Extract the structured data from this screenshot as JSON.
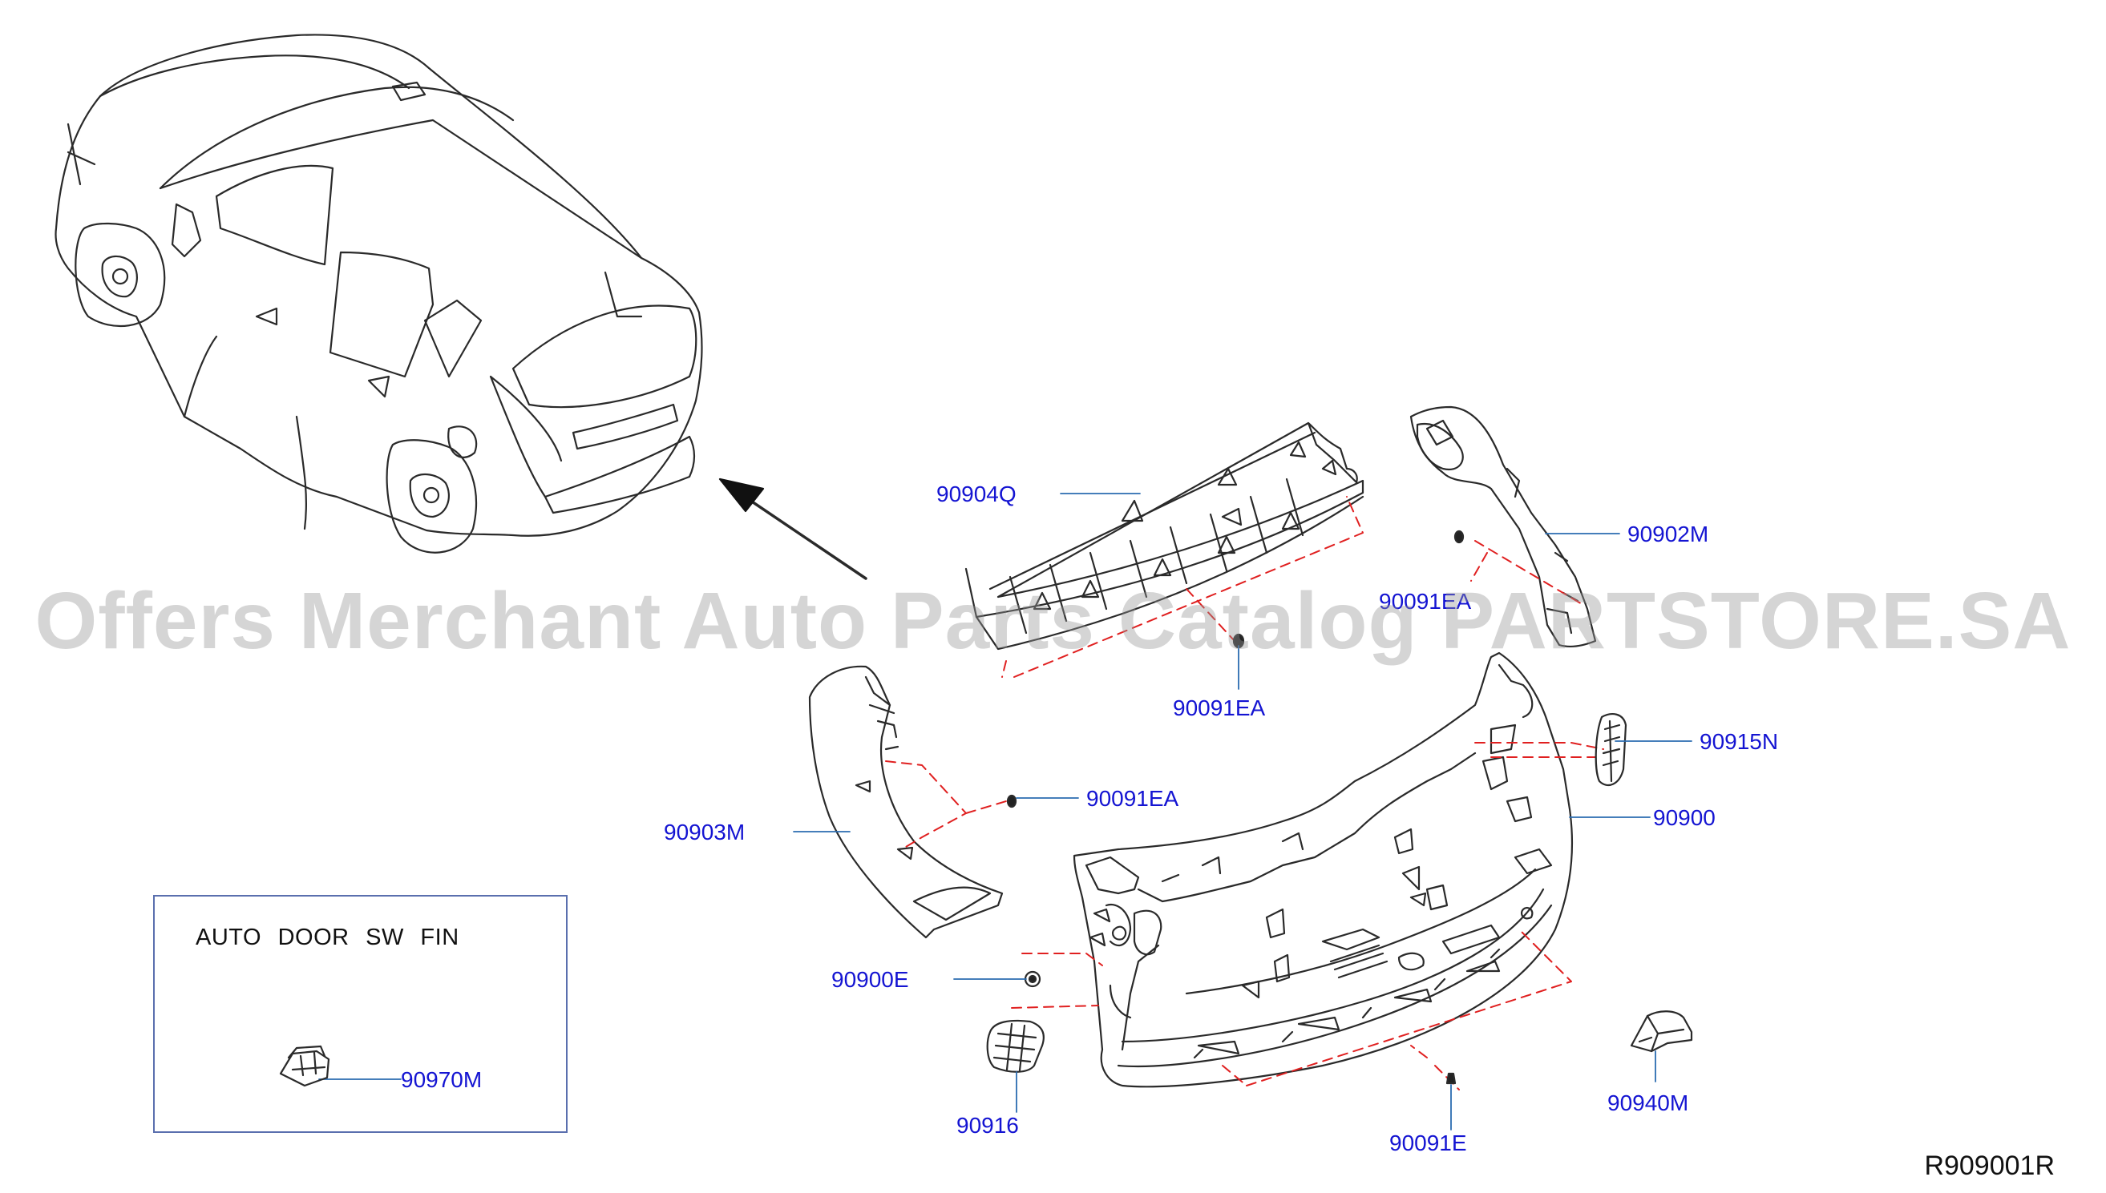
{
  "colors": {
    "line": "#2a2a2a",
    "leader": "#2b6cb0",
    "dashed": "#e02020",
    "part_number": "#1414d2"
  },
  "parts": {
    "p90904Q": "90904Q",
    "p90902M": "90902M",
    "p90091EA_top": "90091EA",
    "p90091EA_right": "90091EA",
    "p90091EA_left": "90091EA",
    "p90915N": "90915N",
    "p90900": "90900",
    "p90903M": "90903M",
    "p90900E": "90900E",
    "p90916": "90916",
    "p90091E": "90091E",
    "p90940M": "90940M",
    "p90970M": "90970M"
  },
  "inset": {
    "title": "AUTO DOOR SW FIN"
  },
  "diagram_code": "R909001R",
  "watermark": "Offers Merchant Auto Parts Catalog PARTSTORE.SA"
}
